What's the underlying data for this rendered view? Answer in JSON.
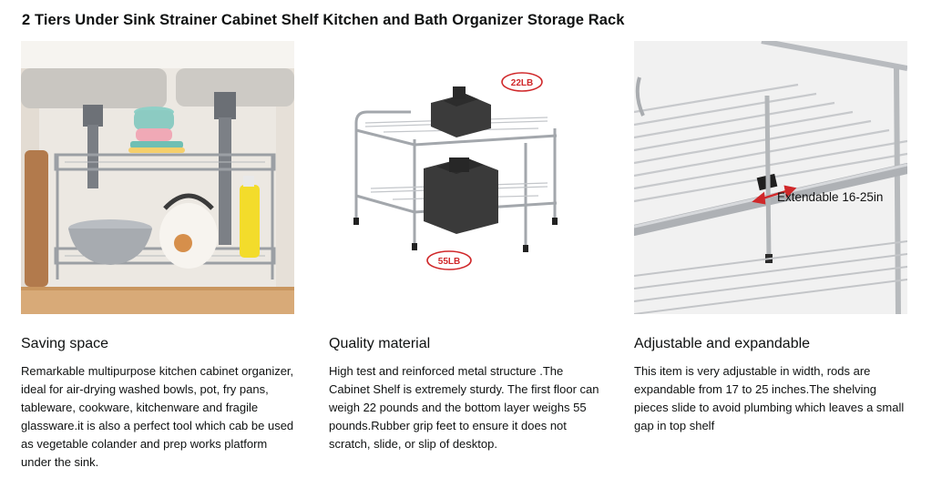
{
  "title": "2 Tiers Under Sink Strainer Cabinet Shelf Kitchen and Bath Organizer Storage Rack",
  "features": [
    {
      "heading": "Saving space",
      "text": "Remarkable multipurpose kitchen cabinet organizer, ideal for air-drying washed bowls, pot, fry pans, tableware, cookware, kitchenware and fragile glassware.it is also a perfect tool which cab be used as vegetable colander and prep works platform under the sink."
    },
    {
      "heading": "Quality material",
      "text": "High test and reinforced metal structure .The Cabinet Shelf is extremely sturdy. The first floor can weigh 22 pounds and the bottom layer weighs 55 pounds.Rubber grip feet to ensure it does not scratch, slide, or slip of desktop.",
      "badges": {
        "top": "22LB",
        "bottom": "55LB"
      }
    },
    {
      "heading": "Adjustable and expandable",
      "text": "This item is very adjustable in width, rods are expandable from 17 to 25 inches.The shelving pieces slide to avoid plumbing which leaves a small gap in top shelf",
      "callout": {
        "label": "Extendable",
        "range": "16-25in"
      }
    }
  ],
  "colors": {
    "badge": "#d0282a",
    "arrow": "#d0282a",
    "wood": "#d8aa78"
  }
}
